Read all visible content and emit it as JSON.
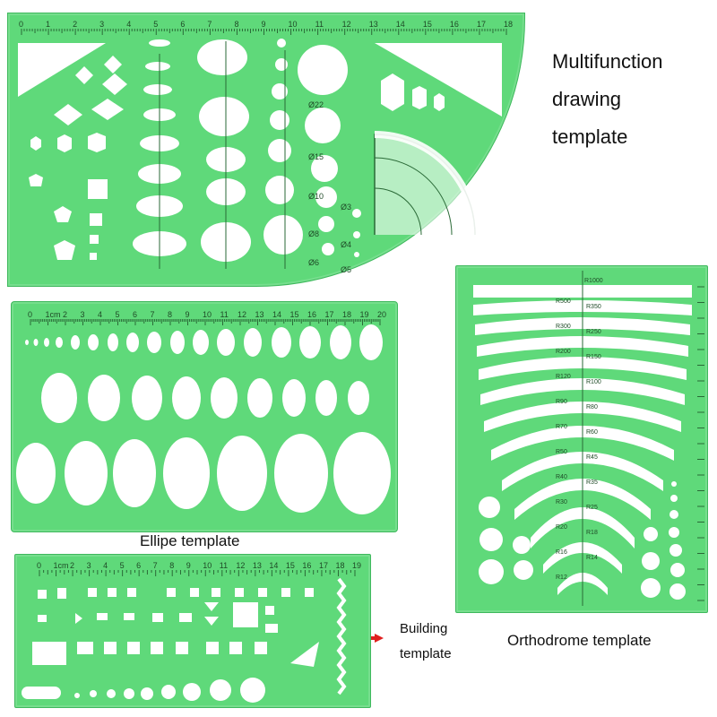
{
  "labels": {
    "multifunction_line1": "Multifunction",
    "multifunction_line2": "drawing",
    "multifunction_line3": "template",
    "ellipse": "Ellipe template",
    "building_line1": "Building",
    "building_line2": "template",
    "orthodrome": "Orthodrome template"
  },
  "top_ruler_numbers": [
    "0",
    "1",
    "2",
    "3",
    "4",
    "5",
    "6",
    "7",
    "8",
    "9",
    "10",
    "11",
    "12",
    "13",
    "14",
    "15",
    "16",
    "17",
    "18"
  ],
  "ellipse_ruler_numbers": [
    "0",
    "1cm",
    "2",
    "3",
    "4",
    "5",
    "6",
    "7",
    "8",
    "9",
    "10",
    "11",
    "12",
    "13",
    "14",
    "15",
    "16",
    "17",
    "18",
    "19",
    "20"
  ],
  "building_ruler_numbers": [
    "0",
    "1cm",
    "2",
    "3",
    "4",
    "5",
    "6",
    "7",
    "8",
    "9",
    "10",
    "11",
    "12",
    "13",
    "14",
    "15",
    "16",
    "17",
    "18",
    "19"
  ],
  "orthodrome_radius_labels": [
    "R1000",
    "R500",
    "R350",
    "R300",
    "R250",
    "R200",
    "R150",
    "R120",
    "R100",
    "R90",
    "R80",
    "R70",
    "R60",
    "R50",
    "R45",
    "R40",
    "R35",
    "R30",
    "R25",
    "R20",
    "R18",
    "R16",
    "R14",
    "R12"
  ],
  "circle_labels": [
    "Ø22",
    "Ø15",
    "Ø10",
    "Ø8",
    "Ø6",
    "Ø5",
    "Ø4",
    "Ø3"
  ],
  "colors": {
    "template_green": "#5fd97a",
    "arrow_red": "#e02020"
  }
}
